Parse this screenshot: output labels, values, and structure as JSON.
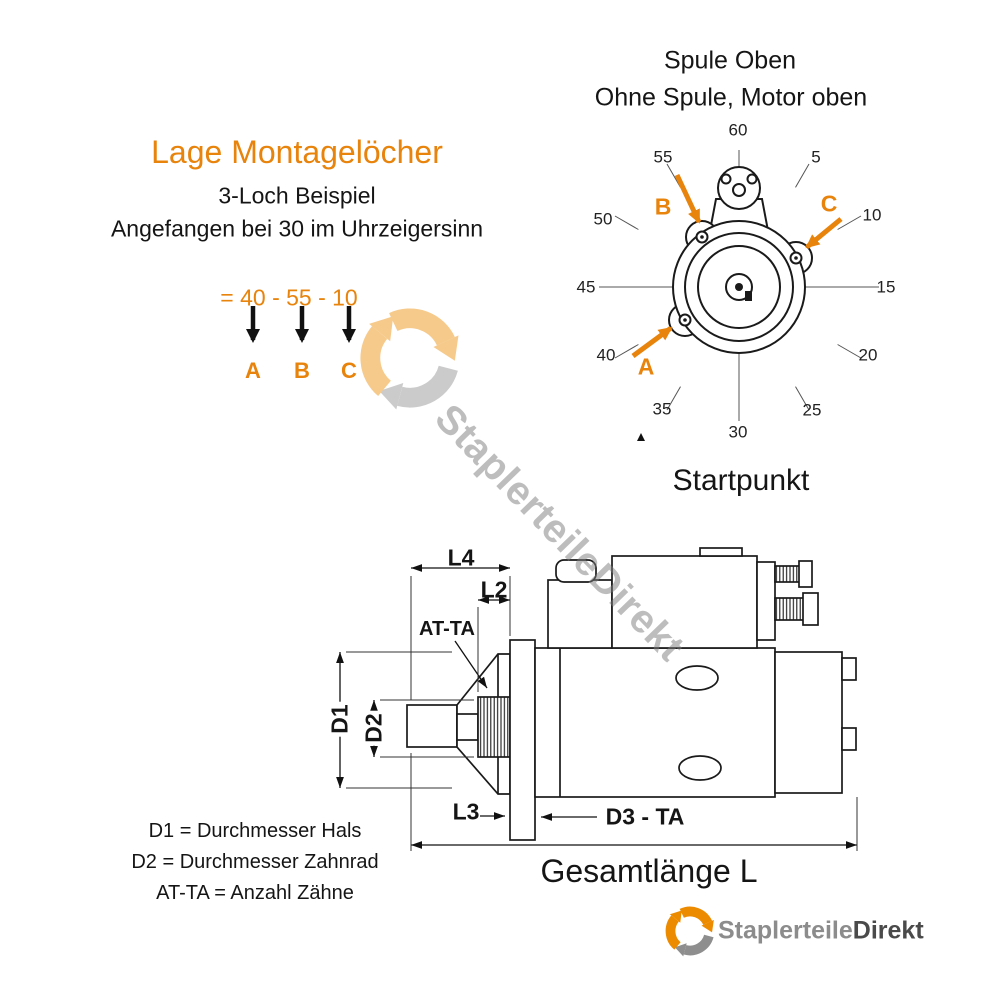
{
  "colors": {
    "orange": "#E8830C",
    "ink": "#111111",
    "gray": "#8C8C8C"
  },
  "left_panel": {
    "title": "Lage Montagelöcher",
    "subtitle": "3-Loch Beispiel",
    "subtitle2": "Angefangen bei 30 im Uhrzeigersinn",
    "formula": "= 40 - 55 - 10",
    "labels": [
      "A",
      "B",
      "C"
    ]
  },
  "dial": {
    "heading": "Spule Oben",
    "subheading": "Ohne Spule, Motor oben",
    "ticks": [
      "60",
      "5",
      "10",
      "15",
      "20",
      "25",
      "30",
      "35",
      "40",
      "45",
      "50",
      "55"
    ],
    "holes": {
      "a": "A",
      "b": "B",
      "c": "C"
    },
    "start": "Startpunkt"
  },
  "side_view": {
    "l4": "L4",
    "l2": "L2",
    "at_ta": "AT-TA",
    "d1": "D1",
    "d2": "D2",
    "l3": "L3",
    "d3": "D3 - TA",
    "total": "Gesamtlänge L"
  },
  "legend": [
    "D1 = Durchmesser Hals",
    "D2 = Durchmesser Zahnrad",
    "AT-TA = Anzahl Zähne"
  ],
  "watermark": {
    "part1": "Staplerteile",
    "part2": "Direkt"
  },
  "logo": {
    "part1": "Staplerteile",
    "part2": "Direkt"
  }
}
